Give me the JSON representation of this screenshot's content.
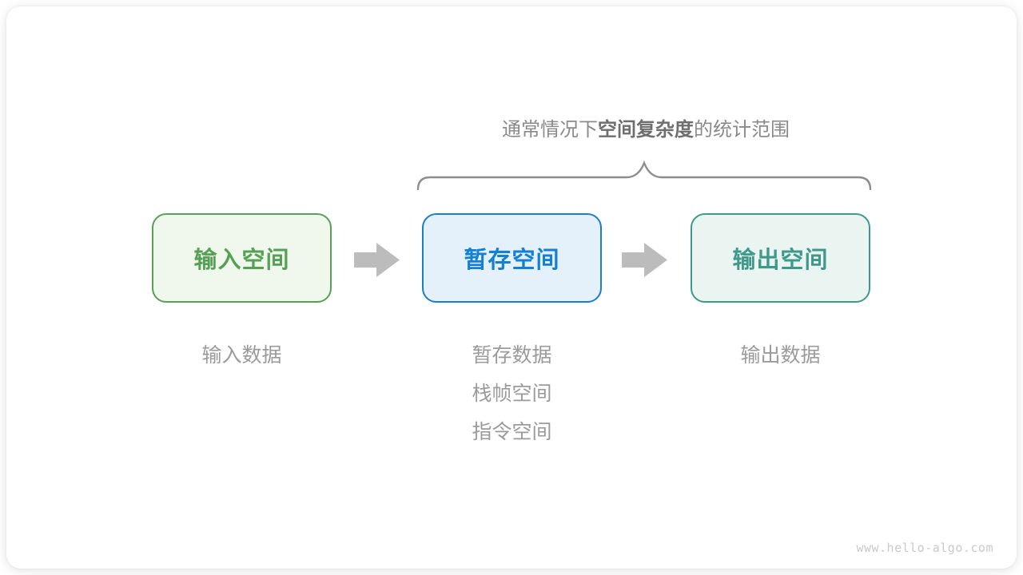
{
  "diagram": {
    "title": {
      "prefix": "通常情况下",
      "highlight": "空间复杂度",
      "suffix": "的统计范围"
    },
    "stages": [
      {
        "name": "input-space",
        "label": "输入空间",
        "notes": [
          "输入数据"
        ],
        "text_color": "#55a055",
        "border_color": "#56a156",
        "bg_color": "#f0f7ec"
      },
      {
        "name": "temporary-space",
        "label": "暂存空间",
        "notes": [
          "暂存数据",
          "栈帧空间",
          "指令空间"
        ],
        "text_color": "#1480d3",
        "border_color": "#1b7ec9",
        "bg_color": "#e4f1fa"
      },
      {
        "name": "output-space",
        "label": "输出空间",
        "notes": [
          "输出数据"
        ],
        "text_color": "#3f998b",
        "border_color": "#3f998b",
        "bg_color": "#eaf5f1"
      }
    ],
    "watermark": "www.hello-algo.com"
  },
  "palette": {
    "brace-color": "#8d8d8d",
    "arrow-color": "#bcbcbc",
    "note-color": "#9b9b9b",
    "title-color": "#8a8a8a",
    "title-bold-color": "#6e6e6e",
    "watermark-color": "#c9c9c9"
  }
}
